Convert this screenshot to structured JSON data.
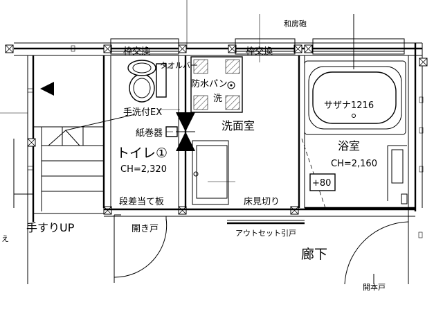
{
  "labels": {
    "top_partial": "和房砲",
    "window_exchange_left": "枠交換",
    "window_exchange_right": "枠交換",
    "towel_bar": "タオルバー",
    "waterproof_pan": "防水パン",
    "washer_drain": "洗",
    "sink_with_handwash": "手洗付EX",
    "paper_holder": "紙巻器",
    "washroom": "洗面室",
    "toilet_room": "トイレ①",
    "toilet_ceiling": "CH=2,320",
    "step_board": "段差当て板",
    "handrail_up": "手すりUP",
    "hinged_door": "開き戸",
    "floor_parting": "床見切り",
    "outset_sliding_door": "アウトセット引戸",
    "bathtub": "サザナ1216",
    "bathroom": "浴室",
    "bath_ceiling": "CH=2,160",
    "bath_offset": "+80",
    "corridor": "廊下",
    "bottom_right_partial": "開本戸",
    "left_edge_partial": "え"
  },
  "colors": {
    "ink": "#000000",
    "paper": "#ffffff",
    "hatch": "#555555"
  }
}
